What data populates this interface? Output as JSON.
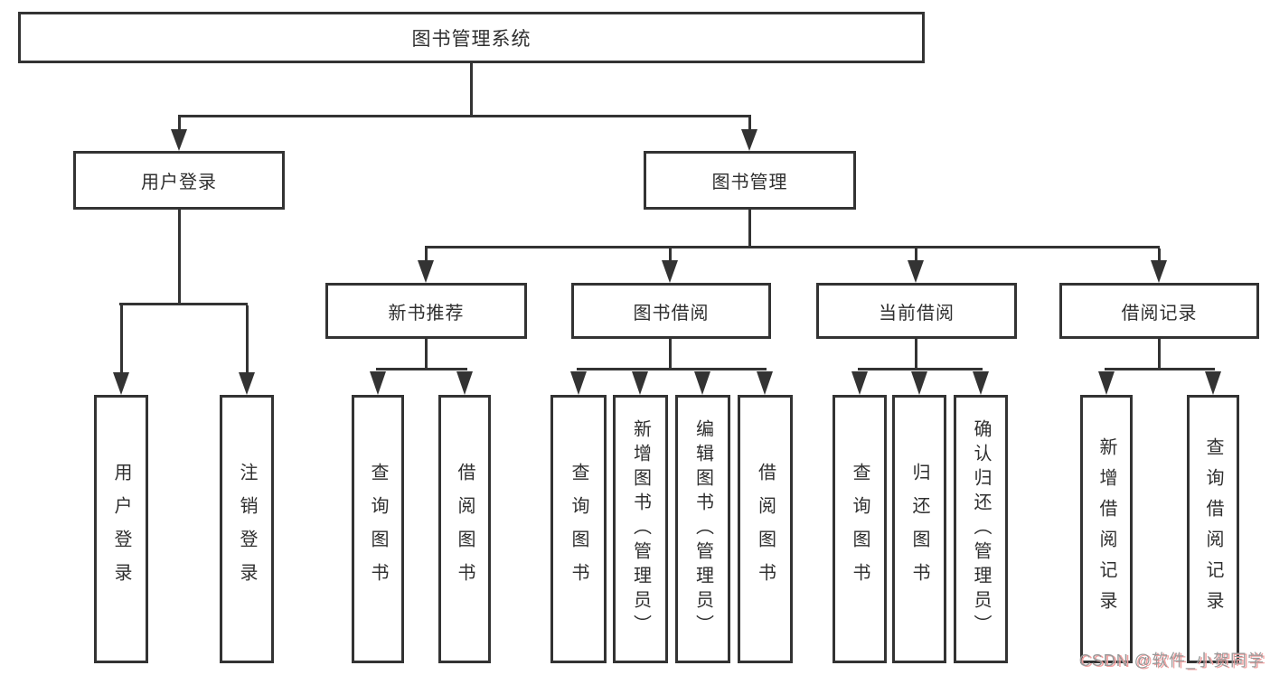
{
  "tree": {
    "root": "图书管理系统",
    "branches": [
      {
        "label": "用户登录",
        "children": [
          "用户登录",
          "注销登录"
        ]
      },
      {
        "label": "图书管理",
        "groups": [
          {
            "label": "新书推荐",
            "children": [
              "查询图书",
              "借阅图书"
            ]
          },
          {
            "label": "图书借阅",
            "children": [
              "查询图书",
              "新增图书（管理员）",
              "编辑图书（管理员）",
              "借阅图书"
            ]
          },
          {
            "label": "当前借阅",
            "children": [
              "查询图书",
              "归还图书",
              "确认归还（管理员）"
            ]
          },
          {
            "label": "借阅记录",
            "children": [
              "新增借阅记录",
              "查询借阅记录"
            ]
          }
        ]
      }
    ]
  },
  "watermark": "CSDN @软件_小贺同学",
  "colors": {
    "line": "#333333",
    "text": "#2f2f2f",
    "background": "#ffffff",
    "watermark": "#999999",
    "watermark_shadow": "#f2a0a0"
  }
}
